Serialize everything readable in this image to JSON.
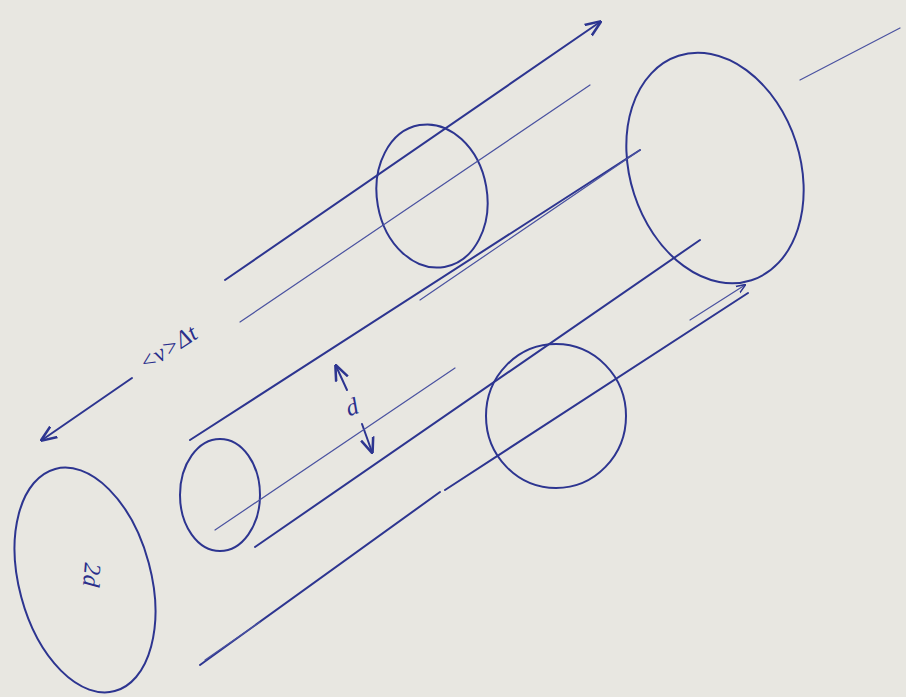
{
  "diagram": {
    "labels": [
      "<v>Δt",
      "d",
      "2d"
    ]
  }
}
